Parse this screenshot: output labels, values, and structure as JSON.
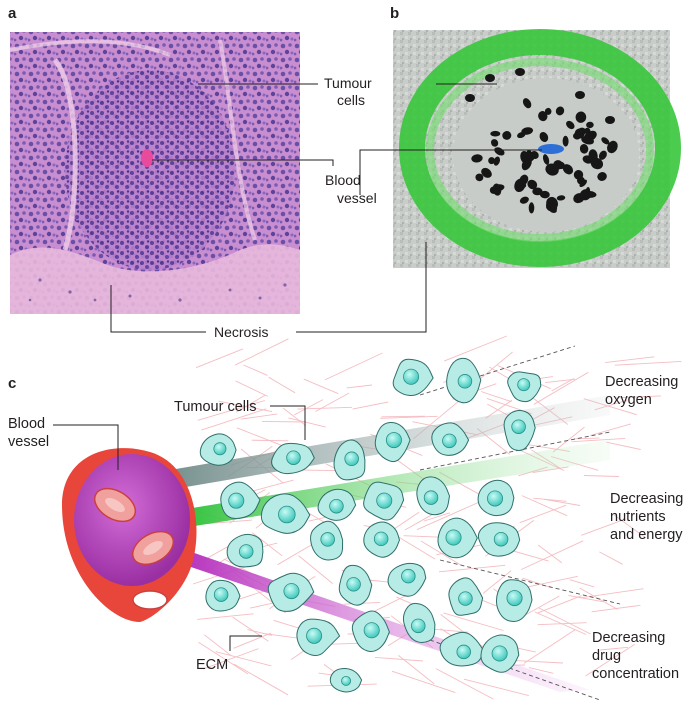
{
  "panels": {
    "a": {
      "letter": "a",
      "labels": {
        "tumour_cells": [
          "Tumour",
          "cells"
        ],
        "blood_vessel": [
          "Blood",
          "vessel"
        ],
        "necrosis": "Necrosis"
      }
    },
    "b": {
      "letter": "b"
    },
    "c": {
      "letter": "c",
      "labels": {
        "blood_vessel": [
          "Blood",
          "vessel"
        ],
        "tumour_cells": "Tumour cells",
        "ecm": "ECM",
        "oxygen": [
          "Decreasing",
          "oxygen"
        ],
        "nutrients": [
          "Decreasing",
          "nutrients",
          "and energy"
        ],
        "drug": [
          "Decreasing",
          "drug",
          "concentration"
        ]
      }
    }
  },
  "colors": {
    "he_pink": "#d98fc6",
    "he_purple": "#8c6ab8",
    "hoechst_green": "#3ec93e",
    "hypoxia_black": "#1a1a1a",
    "vessel_outer": "#e8463a",
    "vessel_inner": "#b13fb8",
    "cell_fill": "#b7ebe6",
    "cell_nucleus": "#4fd3c7",
    "oxygen_band": "#8fa5a3",
    "nutrient_band": "#3fcf4a",
    "drug_band": "#c045c4",
    "ecm_fiber": "#f0a0a8"
  }
}
